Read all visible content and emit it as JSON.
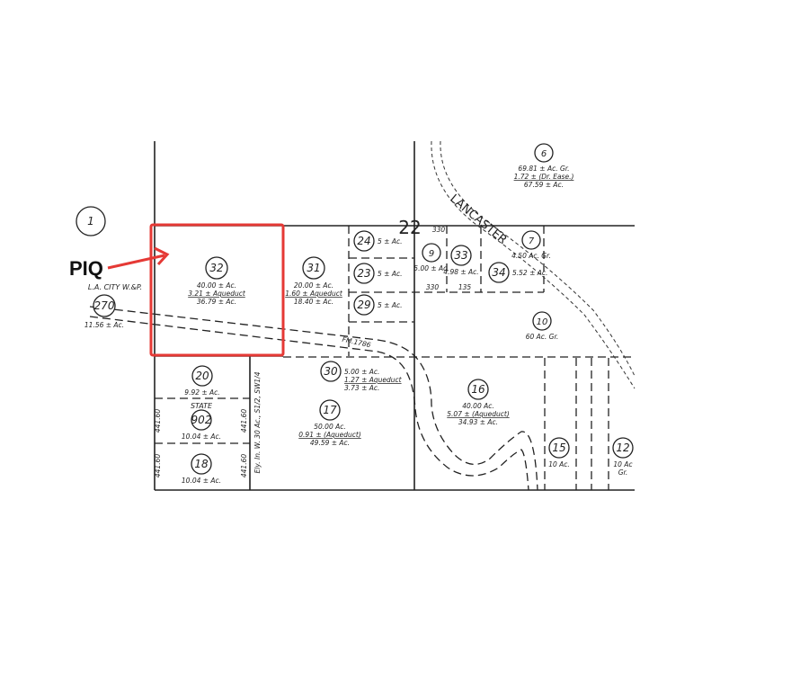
{
  "annotation": {
    "label": "PIQ",
    "highlight_color": "#e53935"
  },
  "section_number": "22",
  "road_name": "LANCASTER",
  "road_labels": [
    "FM.1786",
    "330",
    "330",
    "135"
  ],
  "owner_label": "L.A. CITY W.&P.",
  "state_label": "STATE",
  "side_labels": [
    "441.60",
    "441.60",
    "441.60",
    "441.60",
    "Ely. In. W. 30 Ac., S1/2, SW1/4"
  ],
  "parcels": [
    {
      "id": "1",
      "lines": []
    },
    {
      "id": "270",
      "lines": [
        "11.56 ± Ac."
      ]
    },
    {
      "id": "32",
      "lines": [
        "40.00 ± Ac.",
        "3.21 ± Aqueduct",
        "36.79 ± Ac."
      ]
    },
    {
      "id": "31",
      "lines": [
        "20.00 ± Ac.",
        "1.60 ± Aqueduct",
        "18.40 ± Ac."
      ]
    },
    {
      "id": "24",
      "lines": [
        "5 ± Ac."
      ]
    },
    {
      "id": "23",
      "lines": [
        "5 ± Ac."
      ]
    },
    {
      "id": "29",
      "lines": [
        "5 ± Ac."
      ]
    },
    {
      "id": "9",
      "lines": [
        "5.00 ± Ac."
      ]
    },
    {
      "id": "33",
      "lines": [
        "4.98 ± Ac."
      ]
    },
    {
      "id": "34",
      "lines": [
        "5.52 ± Ac."
      ]
    },
    {
      "id": "7",
      "lines": [
        "4.50 Ac. Gr."
      ]
    },
    {
      "id": "6",
      "lines": [
        "69.81 ± Ac. Gr.",
        "1.72 ± (Dr. Ease.)",
        "67.59 ± Ac."
      ]
    },
    {
      "id": "10",
      "lines": [
        "60 Ac. Gr."
      ]
    },
    {
      "id": "30",
      "lines": [
        "5.00 ± Ac.",
        "1.27 ± Aqueduct",
        "3.73 ± Ac."
      ]
    },
    {
      "id": "20",
      "lines": [
        "9.92 ± Ac."
      ]
    },
    {
      "id": "902",
      "lines": [
        "10.04 ± Ac."
      ]
    },
    {
      "id": "18",
      "lines": [
        "10.04 ± Ac."
      ]
    },
    {
      "id": "17",
      "lines": [
        "50.00 Ac.",
        "0.91 ± (Aqueduct)",
        "49.59 ± Ac."
      ]
    },
    {
      "id": "16",
      "lines": [
        "40.00 Ac.",
        "5.07 ± (Aqueduct)",
        "34.93 ± Ac."
      ]
    },
    {
      "id": "15",
      "lines": [
        "10 Ac."
      ]
    },
    {
      "id": "12",
      "lines": [
        "10 Ac",
        "Gr."
      ]
    }
  ]
}
